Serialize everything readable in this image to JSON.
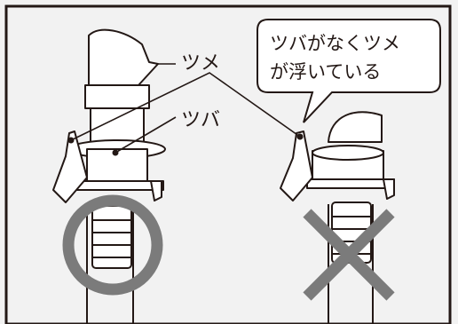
{
  "labels": {
    "claw": "ツメ",
    "flange": "ツバ"
  },
  "callout": {
    "line1": "ツバがなくツメ",
    "line2": "が浮いている"
  },
  "marks": {
    "correct": "circle-ok-mark",
    "incorrect": "cross-ng-mark"
  },
  "colors": {
    "mark_gray": "#7b7b7b",
    "line": "#231815",
    "background": "#f2f2f2"
  }
}
